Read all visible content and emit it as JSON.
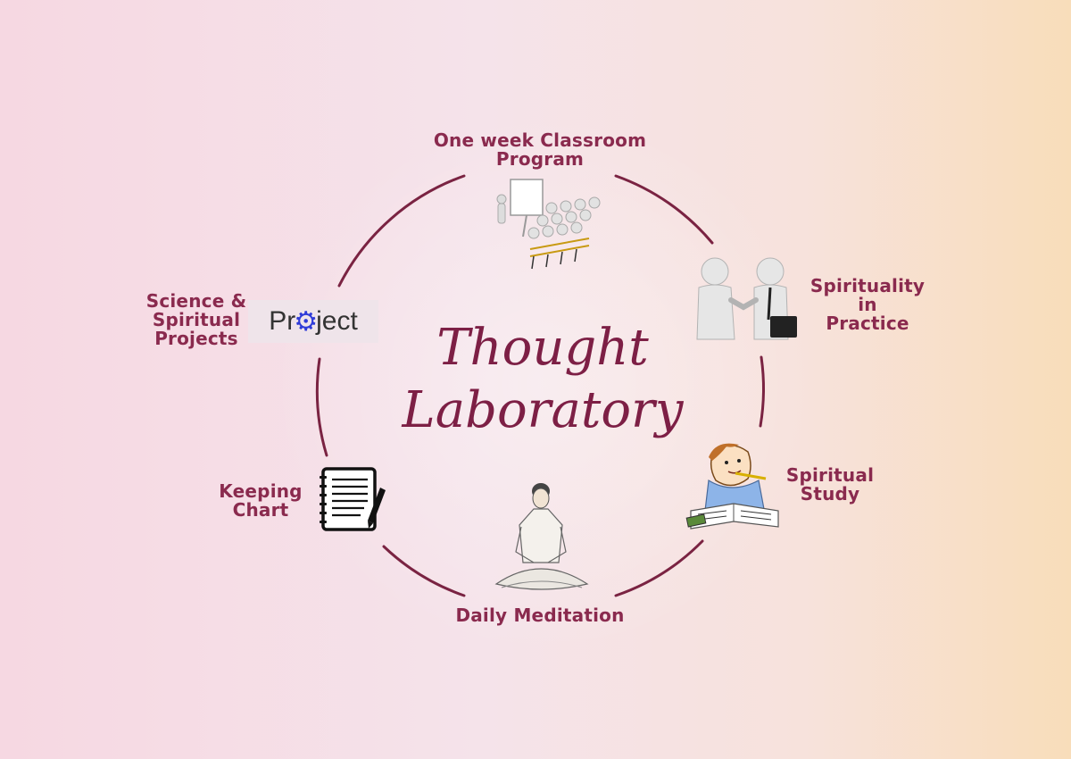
{
  "title": {
    "line1": "Thought",
    "line2": "Laboratory"
  },
  "colors": {
    "label": "#8a2a4e",
    "ring": "#7a2342",
    "title": "#7d1f45"
  },
  "nodes": [
    {
      "id": "classroom",
      "label": "One week Classroom\nProgram",
      "icon": "classroom-presentation-icon"
    },
    {
      "id": "practice",
      "label": "Spirituality\nin\nPractice",
      "icon": "handshake-icon"
    },
    {
      "id": "study",
      "label": "Spiritual\nStudy",
      "icon": "boy-reading-book-icon"
    },
    {
      "id": "meditation",
      "label": "Daily Meditation",
      "icon": "meditating-man-icon"
    },
    {
      "id": "chart",
      "label": "Keeping\nChart",
      "icon": "notepad-pencil-icon"
    },
    {
      "id": "projects",
      "label": "Science &\nSpiritual\nProjects",
      "icon": "project-logo-icon"
    }
  ],
  "project_logo": {
    "pre": "Pr",
    "post": "ject"
  }
}
